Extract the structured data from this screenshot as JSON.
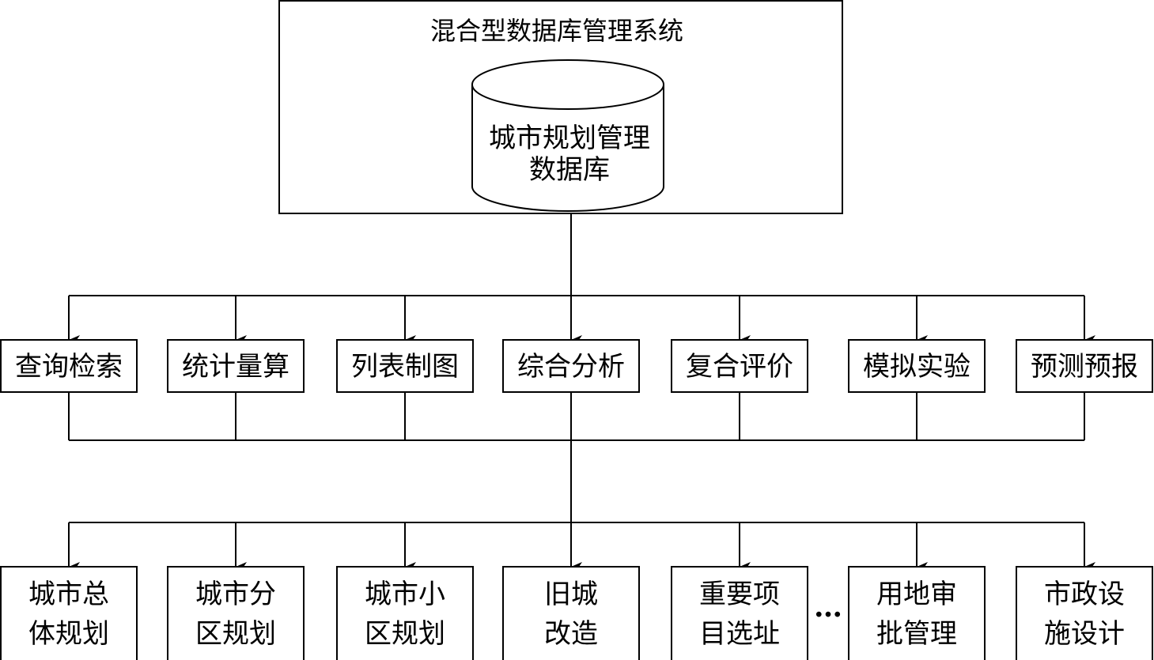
{
  "diagram": {
    "type": "hierarchy-flowchart",
    "colors": {
      "stroke": "#000000",
      "fill": "#ffffff",
      "text": "#000000"
    },
    "system": {
      "title": "混合型数据库管理系统",
      "database": {
        "shape": "cylinder",
        "label_lines": [
          "城市规划管理",
          "数据库"
        ]
      }
    },
    "functions": [
      {
        "id": "query",
        "label": "查询检索"
      },
      {
        "id": "stats",
        "label": "统计量算"
      },
      {
        "id": "tables",
        "label": "列表制图"
      },
      {
        "id": "analysis",
        "label": "综合分析"
      },
      {
        "id": "evaluation",
        "label": "复合评价"
      },
      {
        "id": "simulation",
        "label": "模拟实验"
      },
      {
        "id": "forecast",
        "label": "预测预报"
      }
    ],
    "applications": [
      {
        "id": "master-plan",
        "label_lines": [
          "城市总",
          "体规划"
        ]
      },
      {
        "id": "district-plan",
        "label_lines": [
          "城市分",
          "区规划"
        ]
      },
      {
        "id": "community-plan",
        "label_lines": [
          "城市小",
          "区规划"
        ]
      },
      {
        "id": "old-city",
        "label_lines": [
          "旧城",
          "改造"
        ]
      },
      {
        "id": "site-selection",
        "label_lines": [
          "重要项",
          "目选址"
        ]
      },
      {
        "id": "land-approval",
        "label_lines": [
          "用地审",
          "批管理"
        ]
      },
      {
        "id": "municipal",
        "label_lines": [
          "市政设",
          "施设计"
        ]
      }
    ],
    "ellipsis": "…",
    "ellipsis_position": "between site-selection and land-approval",
    "edges": [
      {
        "from": "system",
        "to": "functions",
        "style": "bus-with-arrows"
      },
      {
        "from": "functions",
        "to": "applications",
        "style": "merge-bus-then-split-with-arrows"
      }
    ]
  }
}
